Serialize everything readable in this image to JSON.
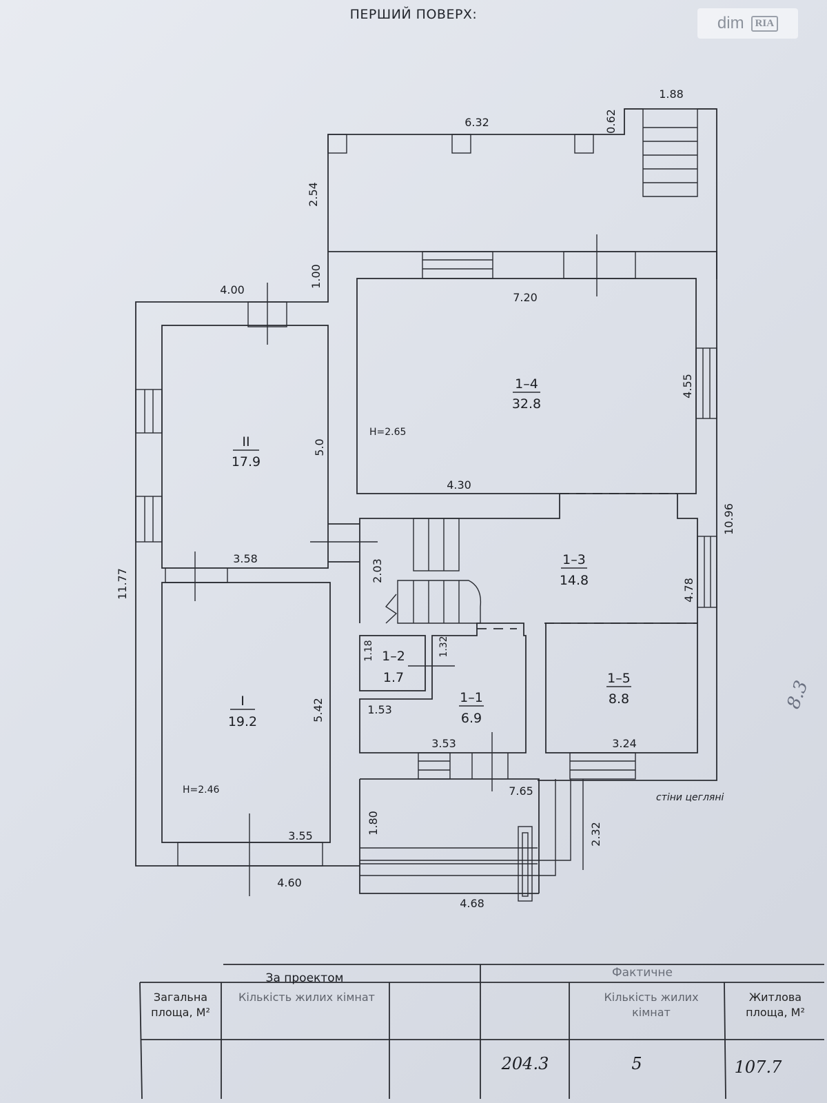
{
  "title": "ПЕРШИЙ ПОВЕРХ:",
  "watermark": {
    "brand_dim": "dim",
    "brand_ria": "RIA"
  },
  "dimensions": {
    "d_188": "1.88",
    "d_632": "6.32",
    "d_062": "0.62",
    "d_254": "2.54",
    "d_100": "1.00",
    "d_400": "4.00",
    "d_720": "7.20",
    "d_455": "4.55",
    "d_50": "5.0",
    "d_430": "4.30",
    "d_1096": "10.96",
    "d_1177": "11.77",
    "d_358": "3.58",
    "d_203": "2.03",
    "d_478": "4.78",
    "d_118": "1.18",
    "d_132": "1.32",
    "d_542": "5.42",
    "d_153": "1.53",
    "d_353": "3.53",
    "d_324": "3.24",
    "d_765": "7.65",
    "d_180": "1.80",
    "d_232": "2.32",
    "d_355": "3.55",
    "d_460": "4.60",
    "d_468": "4.68"
  },
  "heights": {
    "h_upper": "H=2.65",
    "h_lower": "H=2.46"
  },
  "rooms": {
    "r14": {
      "id": "1–4",
      "area": "32.8"
    },
    "r2": {
      "id": "II",
      "area": "17.9"
    },
    "r13": {
      "id": "1–3",
      "area": "14.8"
    },
    "r12": {
      "id": "1–2",
      "area": "1.7"
    },
    "r11": {
      "id": "1–1",
      "area": "6.9"
    },
    "r15": {
      "id": "1–5",
      "area": "8.8"
    },
    "r1": {
      "id": "I",
      "area": "19.2"
    }
  },
  "wall_note": "стіни цегляні",
  "margin_note": "8.3",
  "table": {
    "group_project": "За проектом",
    "group_actual": "Фактичне",
    "col_total": "Загальна площа, М²",
    "col_rooms_project": "Кількість жилих кімнат",
    "col_rooms_actual": "Кількість жилих кімнат",
    "col_living": "Житлова площа, М²",
    "val_total": "204.3",
    "val_rooms": "5",
    "val_living": "107.7"
  }
}
